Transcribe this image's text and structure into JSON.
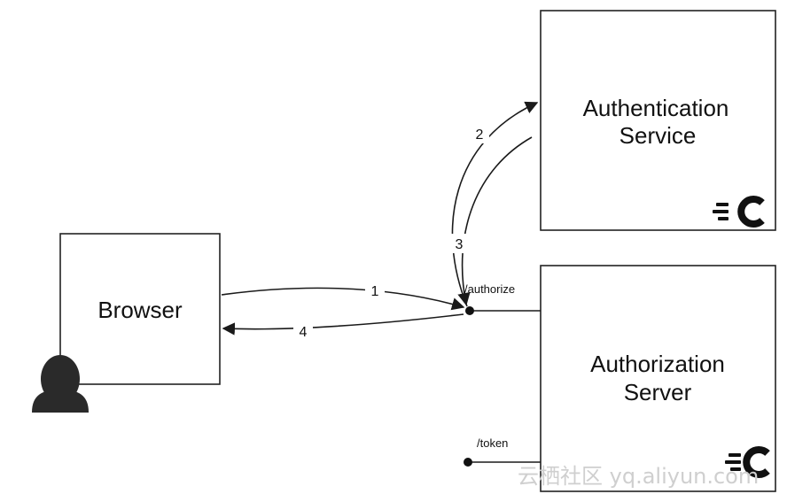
{
  "nodes": {
    "browser": {
      "label": "Browser"
    },
    "auth_service": {
      "line1": "Authentication",
      "line2": "Service"
    },
    "authz_server": {
      "line1": "Authorization",
      "line2": "Server"
    }
  },
  "endpoints": {
    "authorize": "/authorize",
    "token": "/token"
  },
  "edges": {
    "step1": "1",
    "step2": "2",
    "step3": "3",
    "step4": "4"
  },
  "watermark": "云栖社区 yq.aliyun.com",
  "colors": {
    "stroke": "#1a1a1a",
    "watermark": "#cfcfcf"
  },
  "icons": [
    "user-silhouette-icon",
    "cloudfoundry-logo-icon"
  ]
}
